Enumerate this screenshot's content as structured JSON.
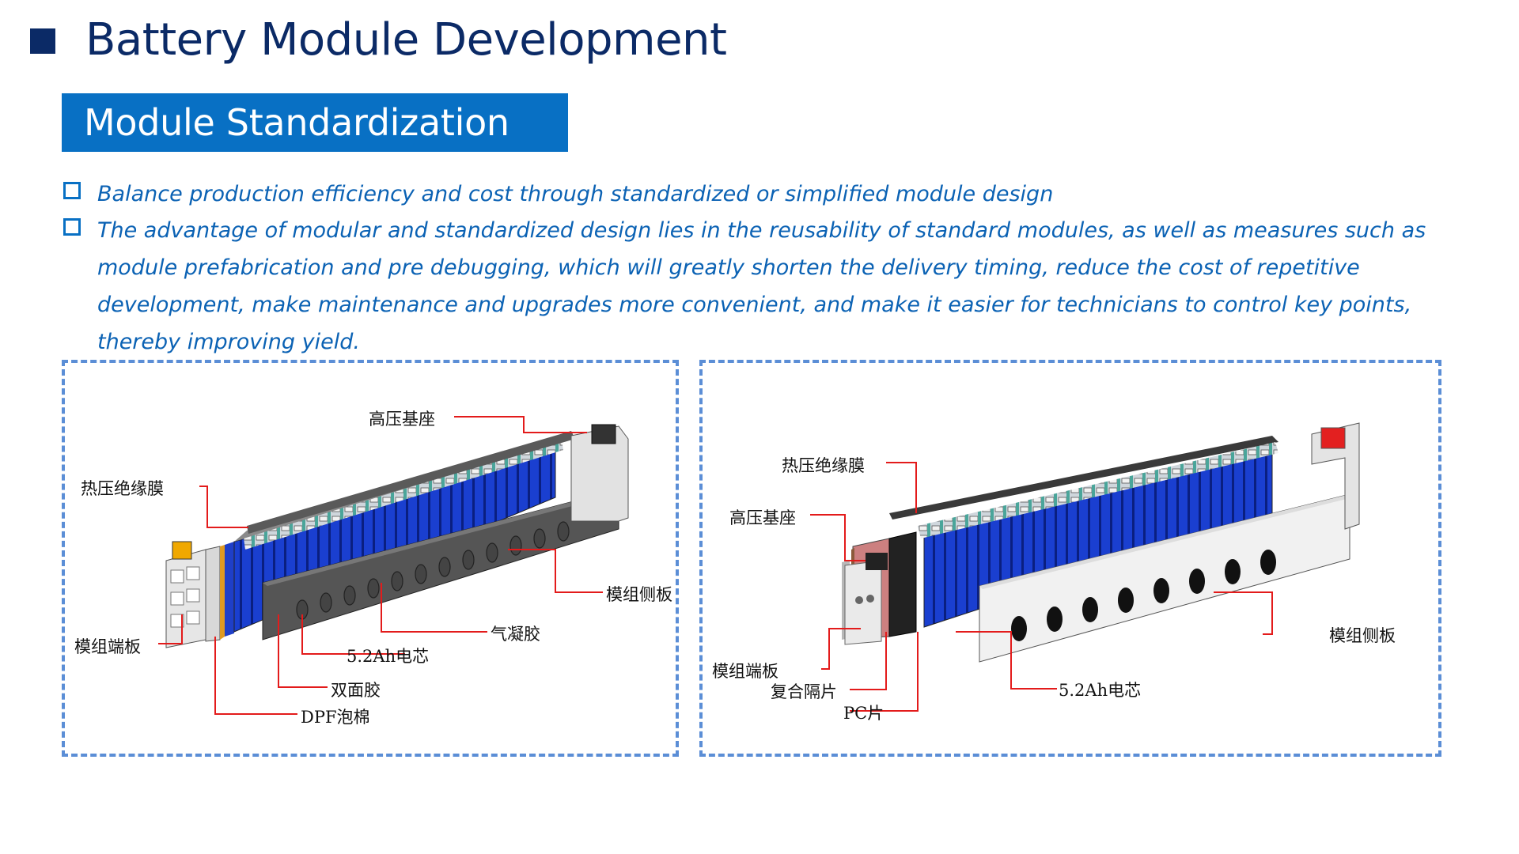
{
  "header": {
    "title": "Battery Module Development"
  },
  "section": {
    "title": "Module Standardization"
  },
  "bullets": [
    {
      "text": "Balance production efficiency and cost through standardized or simplified module design"
    },
    {
      "text": "The advantage of modular and standardized design lies in the reusability of standard modules, as well as measures such as module prefabrication and pre debugging, which will greatly shorten the delivery timing, reduce the cost of repetitive development, make maintenance and upgrades more convenient, and make it easier for technicians to control key points, thereby improving yield."
    }
  ],
  "left_diagram": {
    "labels": {
      "hv_base": "高压基座",
      "hot_press_film": "热压绝缘膜",
      "side_plate": "模组侧板",
      "aerogel": "气凝胶",
      "end_plate": "模组端板",
      "cell": "5.2Ah电芯",
      "double_tape": "双面胶",
      "dpf_foam": "DPF泡棉"
    }
  },
  "right_diagram": {
    "labels": {
      "hot_press_film": "热压绝缘膜",
      "hv_base": "高压基座",
      "side_plate": "模组侧板",
      "end_plate": "模组端板",
      "composite_sep": "复合隔片",
      "pc_sheet": "PC片",
      "cell": "5.2Ah电芯"
    }
  },
  "colors": {
    "navy": "#0b2a66",
    "accent": "#0870c4",
    "text_blue": "#0b62b4",
    "leader": "#e31b1b",
    "panel_border": "#5b8ed6"
  }
}
